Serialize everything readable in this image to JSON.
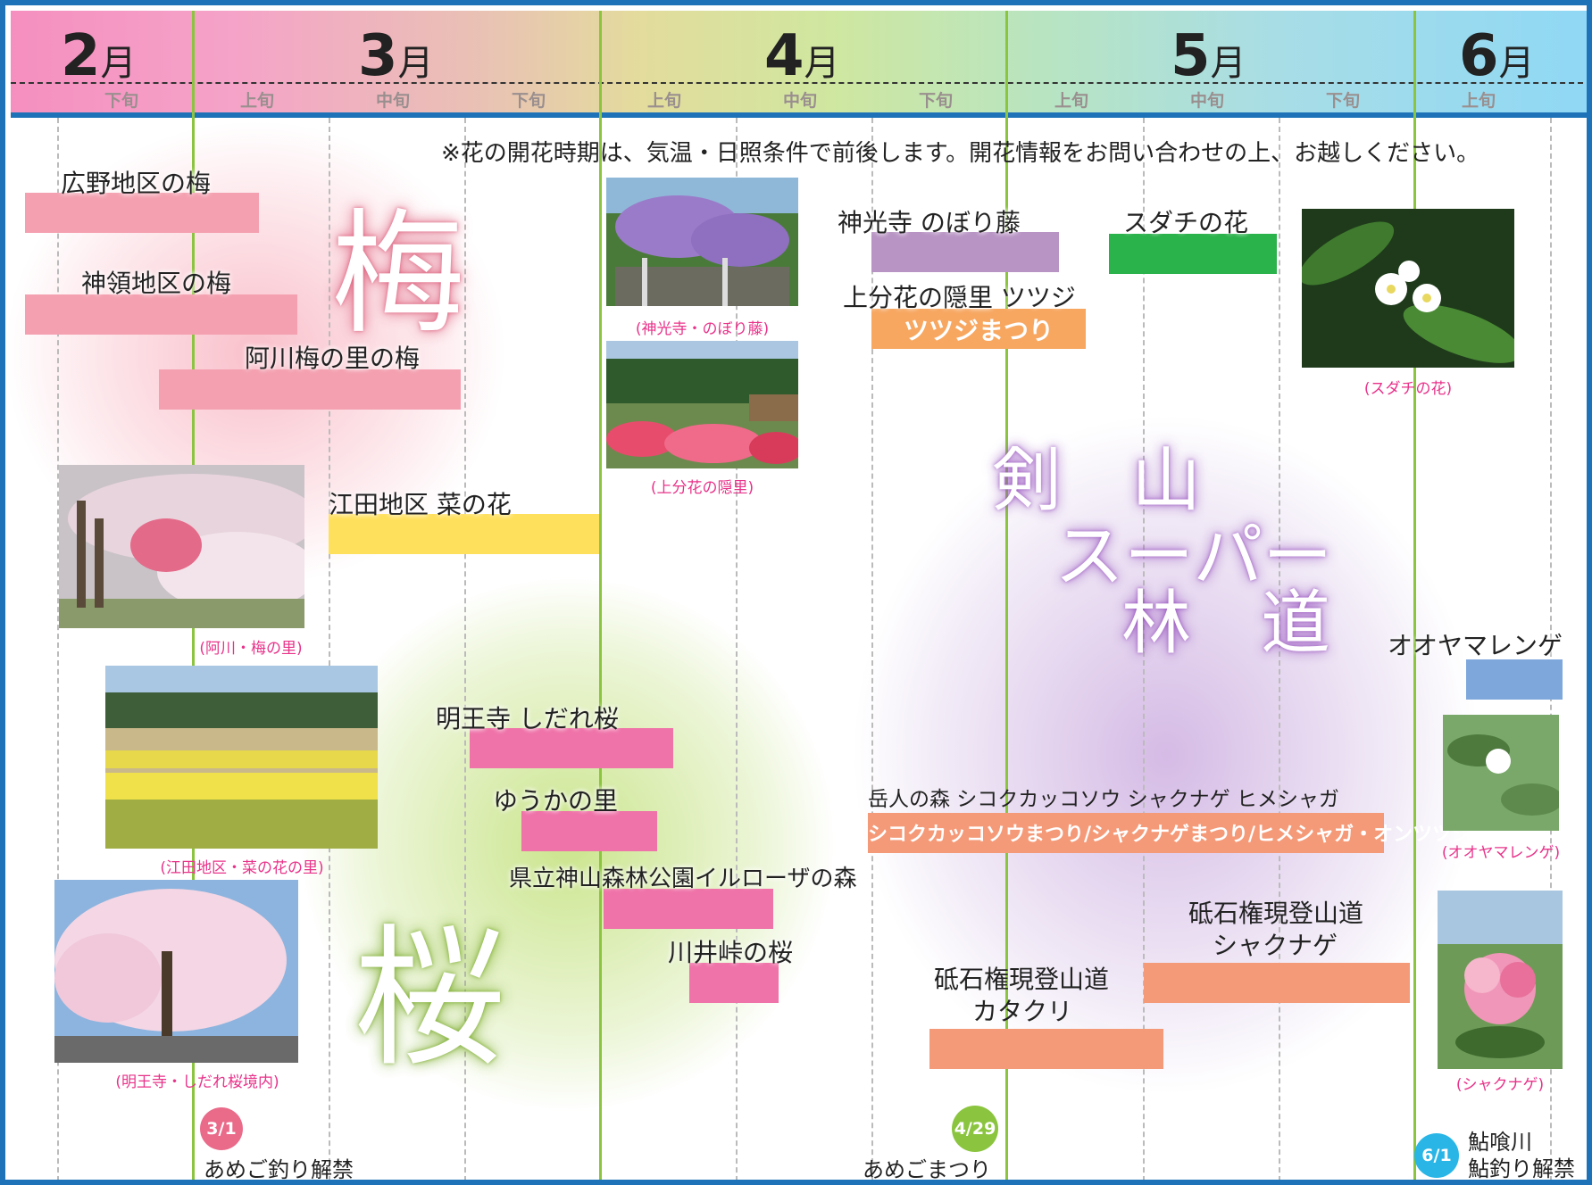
{
  "header": {
    "months": [
      {
        "num": "2",
        "suffix": "月"
      },
      {
        "num": "3",
        "suffix": "月"
      },
      {
        "num": "4",
        "suffix": "月"
      },
      {
        "num": "5",
        "suffix": "月"
      },
      {
        "num": "6",
        "suffix": "月"
      }
    ],
    "periods": [
      "下旬",
      "上旬",
      "中旬",
      "下旬",
      "上旬",
      "中旬",
      "下旬",
      "上旬",
      "中旬",
      "下旬",
      "上旬"
    ]
  },
  "note": "※花の開花時期は、気温・日照条件で前後します。開花情報をお問い合わせの上、お越しください。",
  "big_labels": {
    "ume": "梅",
    "sakura": "桜",
    "tsurugi_1": "剣　山",
    "tsurugi_2": "スーパー",
    "tsurugi_3": "林　道"
  },
  "chart_data": {
    "type": "bar",
    "x_unit": "旬 (10-day period)",
    "x_axis_periods": [
      "2月下旬",
      "3月上旬",
      "3月中旬",
      "3月下旬",
      "4月上旬",
      "4月中旬",
      "4月下旬",
      "5月上旬",
      "5月中旬",
      "5月下旬",
      "6月上旬"
    ],
    "series": [
      {
        "name": "広野地区の梅",
        "start": "2月下旬",
        "end": "3月上旬",
        "color": "#f4a0b0"
      },
      {
        "name": "神領地区の梅",
        "start": "2月下旬",
        "end": "3月中旬",
        "color": "#f4a0b0"
      },
      {
        "name": "阿川梅の里の梅",
        "start": "3月上旬",
        "end": "3月下旬",
        "color": "#f4a0b0"
      },
      {
        "name": "江田地区 菜の花",
        "start": "3月中旬",
        "end": "3月下旬",
        "color": "#ffe05c"
      },
      {
        "name": "明王寺 しだれ桜",
        "start": "3月下旬",
        "end": "4月上旬",
        "color": "#ef72a8"
      },
      {
        "name": "ゆうかの里",
        "start": "3月下旬",
        "end": "4月上旬",
        "color": "#ef72a8"
      },
      {
        "name": "県立神山森林公園イルローザの森",
        "start": "4月上旬",
        "end": "4月中旬",
        "color": "#ef72a8"
      },
      {
        "name": "川井峠の桜",
        "start": "4月中旬",
        "end": "4月中旬",
        "color": "#ef72a8"
      },
      {
        "name": "神光寺 のぼり藤",
        "start": "4月下旬",
        "end": "5月上旬",
        "color": "#b894c4"
      },
      {
        "name": "上分花の隠里 ツツジ",
        "start": "4月下旬",
        "end": "5月上旬",
        "color": "#f7a760",
        "event": "ツツジまつり"
      },
      {
        "name": "スダチの花",
        "start": "5月中旬",
        "end": "5月下旬",
        "color": "#2ab24b"
      },
      {
        "name": "オオヤマレンゲ",
        "start": "6月上旬",
        "end": "6月上旬",
        "color": "#7ea7dc"
      },
      {
        "name": "岳人の森 シコクカッコソウ シャクナゲ ヒメシャガ",
        "start": "4月下旬",
        "end": "5月下旬",
        "color": "#f59a78",
        "event": "シコクカッコソウまつり/シャクナゲまつり/ヒメシャガ・オンツツジまつり"
      },
      {
        "name_line1": "砥石権現登山道",
        "name_line2": "カタクリ",
        "start": "4月下旬",
        "end": "5月中旬",
        "color": "#f59a78"
      },
      {
        "name_line1": "砥石権現登山道",
        "name_line2": "シャクナゲ",
        "start": "5月中旬",
        "end": "6月上旬",
        "color": "#f59a78"
      }
    ],
    "events": [
      {
        "date": "3/1",
        "label": "あめご釣り解禁",
        "color": "#ea6a8a"
      },
      {
        "date": "4/29",
        "label": "あめごまつり",
        "color": "#8bc53f"
      },
      {
        "date": "6/1",
        "label_line1": "鮎喰川",
        "label_line2": "鮎釣り解禁",
        "color": "#29b6e6"
      }
    ]
  },
  "photos": [
    {
      "caption": "(神光寺・のぼり藤)",
      "scene": "wisteria"
    },
    {
      "caption": "(上分花の隠里)",
      "scene": "azalea"
    },
    {
      "caption": "(スダチの花)",
      "scene": "sudachi"
    },
    {
      "caption": "(阿川・梅の里)",
      "scene": "plum"
    },
    {
      "caption": "(江田地区・菜の花の里)",
      "scene": "rape"
    },
    {
      "caption": "(明王寺・しだれ桜境内)",
      "scene": "sakura"
    },
    {
      "caption": "(オオヤマレンゲ)",
      "scene": "magnolia"
    },
    {
      "caption": "(シャクナゲ)",
      "scene": "rhododendron"
    }
  ]
}
